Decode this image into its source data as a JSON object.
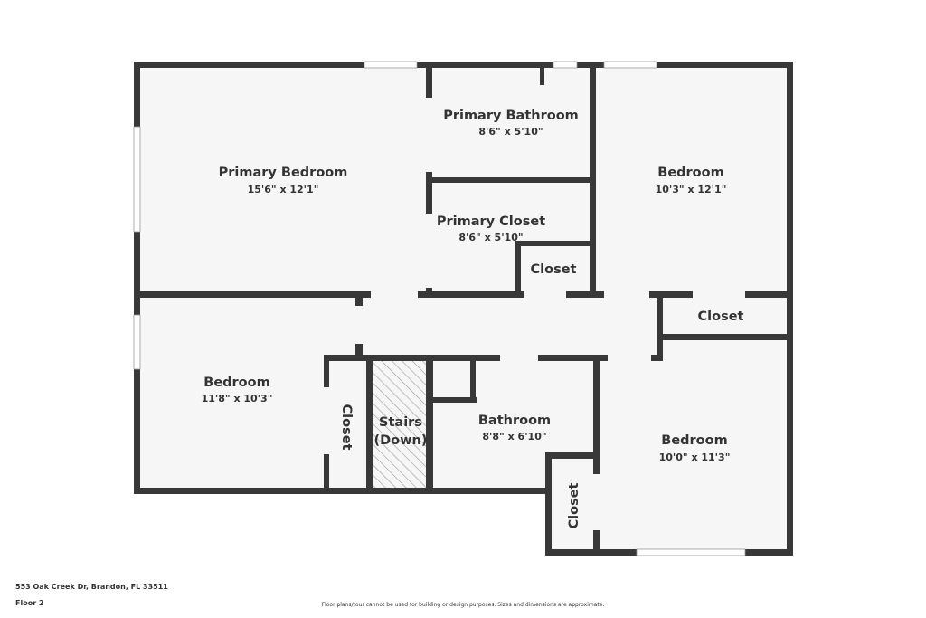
{
  "colors": {
    "wall": "#383838",
    "floor": "#f6f6f6",
    "window": "#ffffff",
    "text": "#333333",
    "hatch": "#9a9a9a"
  },
  "rooms": {
    "primary_bedroom": {
      "name": "Primary Bedroom",
      "dims": "15'6\" x 12'1\""
    },
    "primary_bathroom": {
      "name": "Primary Bathroom",
      "dims": "8'6\" x 5'10\""
    },
    "bedroom_ne": {
      "name": "Bedroom",
      "dims": "10'3\" x 12'1\""
    },
    "primary_closet": {
      "name": "Primary Closet",
      "dims": "8'6\" x 5'10\""
    },
    "closet_small": {
      "name": "Closet"
    },
    "closet_east": {
      "name": "Closet"
    },
    "bedroom_w": {
      "name": "Bedroom",
      "dims": "11'8\" x 10'3\""
    },
    "closet_vertical_w": {
      "name": "Closet"
    },
    "stairs": {
      "name": "Stairs",
      "sub": "(Down)"
    },
    "bathroom": {
      "name": "Bathroom",
      "dims": "8'8\" x 6'10\""
    },
    "bedroom_se": {
      "name": "Bedroom",
      "dims": "10'0\" x 11'3\""
    },
    "closet_vertical_se": {
      "name": "Closet"
    }
  },
  "footer": {
    "address": "553 Oak Creek Dr, Brandon, FL 33511",
    "floor": "Floor 2",
    "disclaimer": "Floor plans/tour cannot be used for building or design purposes. Sizes and dimensions are approximate."
  }
}
